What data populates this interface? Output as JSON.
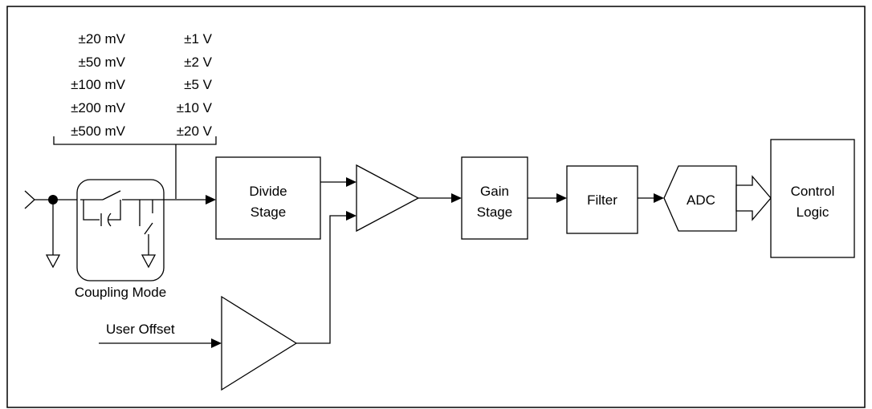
{
  "ranges": {
    "millivolt": [
      "±20 mV",
      "±50 mV",
      "±100 mV",
      "±200 mV",
      "±500 mV"
    ],
    "volt": [
      "±1 V",
      "±2 V",
      "±5 V",
      "±10 V",
      "±20 V"
    ]
  },
  "blocks": {
    "divide_line1": "Divide",
    "divide_line2": "Stage",
    "gain_line1": "Gain",
    "gain_line2": "Stage",
    "filter": "Filter",
    "adc": "ADC",
    "control_line1": "Control",
    "control_line2": "Logic"
  },
  "labels": {
    "coupling_mode": "Coupling Mode",
    "user_offset": "User Offset"
  }
}
